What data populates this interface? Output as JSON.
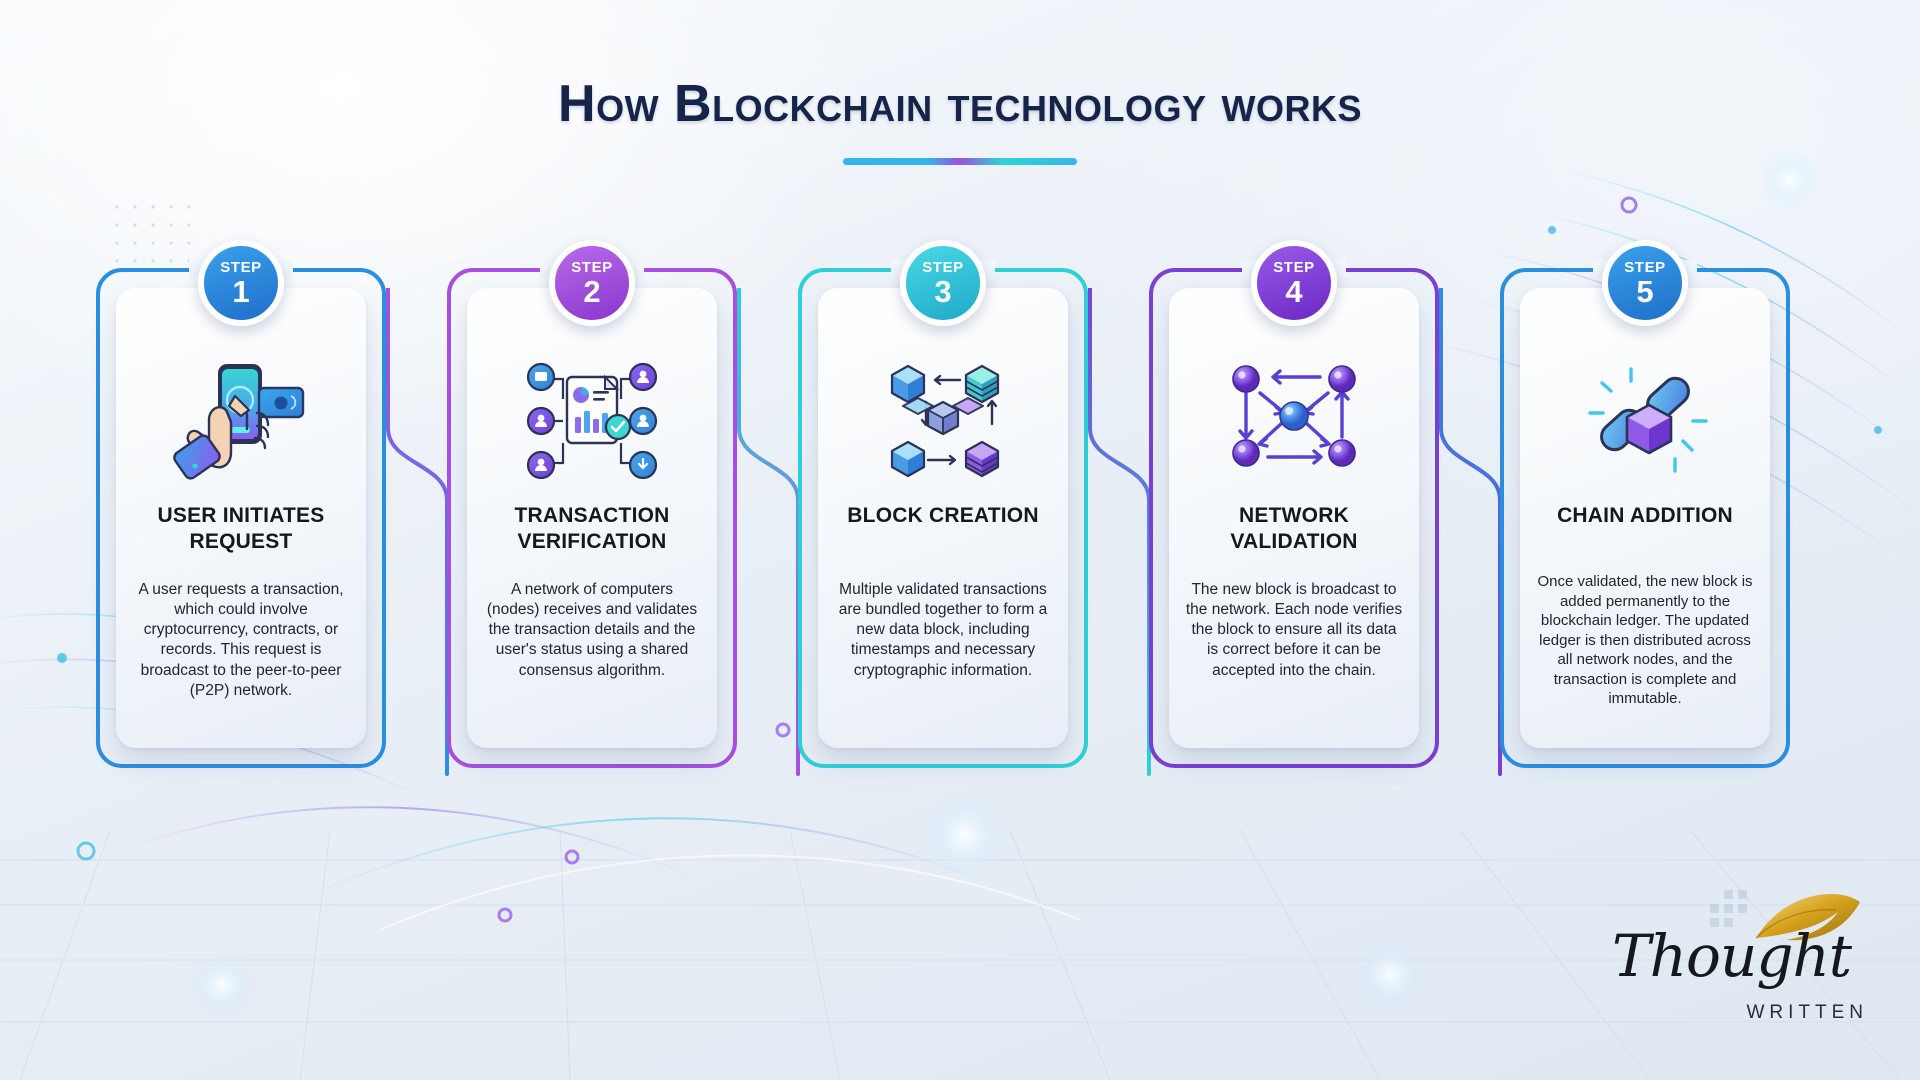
{
  "header": {
    "title": "How Blockchain technology works"
  },
  "steps": [
    {
      "badge_word": "STEP",
      "badge_number": "1",
      "title": "USER INITIATES REQUEST",
      "body": "A user requests a transaction, which could involve cryptocurrency, contracts, or records. This request is broadcast to the peer-to-peer (P2P) network.",
      "accent": "#2b8fe0",
      "badge_gradient_from": "#3aa0ec",
      "badge_gradient_to": "#1f6fc8",
      "icon": "hand-holding-phone-payment-icon"
    },
    {
      "badge_word": "STEP",
      "badge_number": "2",
      "title": "TRANSACTION VERIFICATION",
      "body": "A network of computers (nodes) receives and validates the transaction details and the user's status using a shared consensus algorithm.",
      "accent": "#a84fe0",
      "badge_gradient_from": "#b86bea",
      "badge_gradient_to": "#8a36cc",
      "icon": "document-analytics-nodes-icon"
    },
    {
      "badge_word": "STEP",
      "badge_number": "3",
      "title": "BLOCK CREATION",
      "body": "Multiple validated transactions are bundled together to form a new data block, including timestamps and necessary cryptographic information.",
      "accent": "#2fd0d8",
      "badge_gradient_from": "#49d9e4",
      "badge_gradient_to": "#1fa9c9",
      "icon": "blocks-bundling-icon"
    },
    {
      "badge_word": "STEP",
      "badge_number": "4",
      "title": "NETWORK VALIDATION",
      "body": "The new block is broadcast to the network. Each node verifies the block to ensure all its data is correct before it can be accepted into the chain.",
      "accent": "#7b3fd4",
      "badge_gradient_from": "#9a5ae8",
      "badge_gradient_to": "#6a28c4",
      "icon": "network-nodes-arrows-icon"
    },
    {
      "badge_word": "STEP",
      "badge_number": "5",
      "title": "CHAIN ADDITION",
      "body": "Once validated, the new block is added permanently to the blockchain ledger. The updated ledger is then distributed across all network nodes, and the transaction is complete and immutable.",
      "accent": "#2b8fe0",
      "badge_gradient_from": "#3aa0ec",
      "badge_gradient_to": "#1f6fc8",
      "icon": "chain-link-block-icon"
    }
  ],
  "logo": {
    "word": "Thought",
    "sub": "WRITTEN",
    "feather_color": "#d8a520"
  }
}
